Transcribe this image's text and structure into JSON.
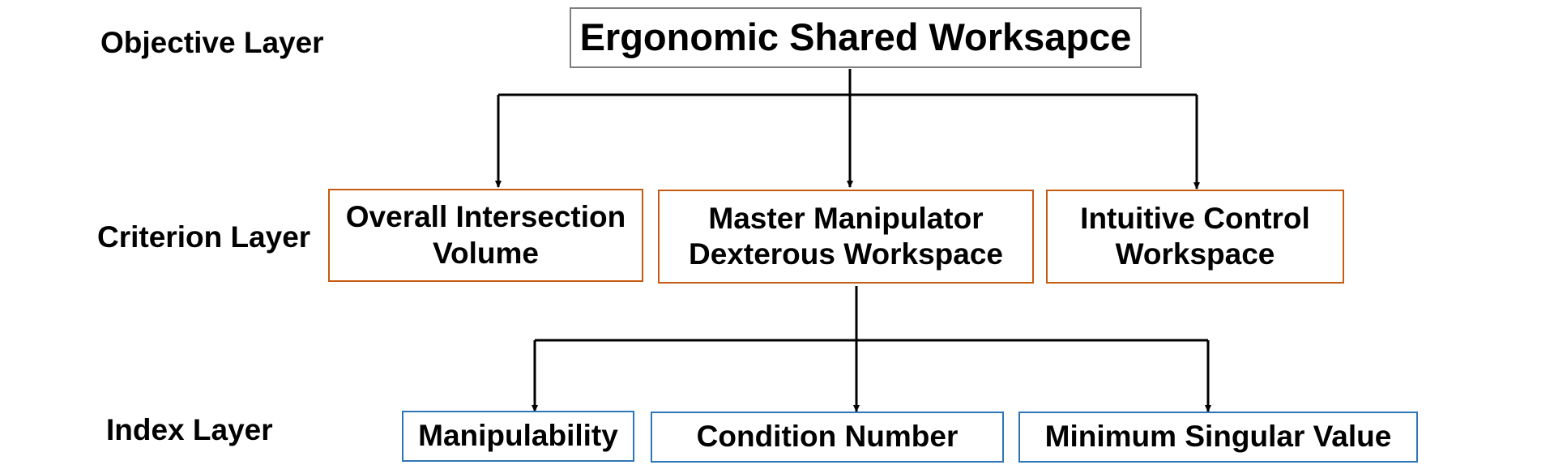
{
  "layers": {
    "objective": "Objective Layer",
    "criterion": "Criterion Layer",
    "index": "Index Layer"
  },
  "objective": {
    "title": "Ergonomic Shared Worksapce"
  },
  "criteria": [
    {
      "line1": "Overall Intersection",
      "line2": "Volume"
    },
    {
      "line1": "Master Manipulator",
      "line2": "Dexterous Workspace"
    },
    {
      "line1": "Intuitive Control",
      "line2": "Workspace"
    }
  ],
  "indices": [
    {
      "label": "Manipulability"
    },
    {
      "label": "Condition Number"
    },
    {
      "label": "Minimum Singular Value"
    }
  ],
  "colors": {
    "objective_border": "#7f7f7f",
    "criterion_border": "#c55a11",
    "index_border": "#2e75b6",
    "connector": "#000000"
  }
}
